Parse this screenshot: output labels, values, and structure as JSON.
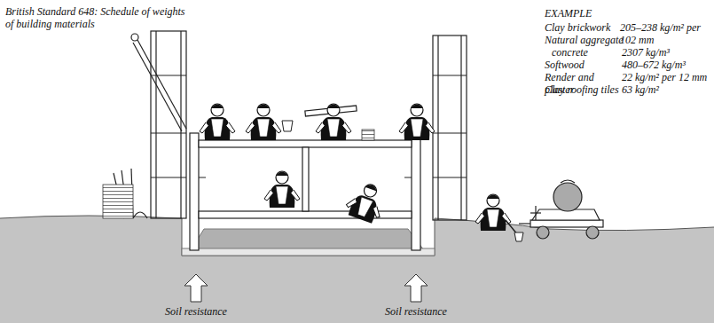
{
  "diagram": {
    "labels": [
      "British Standard 648: Schedule of weights of building materials",
      "EXAMPLE",
      "Clay brickwork",
      "205–238 kg/m² per 102 mm",
      "Natural aggregate concrete",
      "2307 kg/m³",
      "Softwood",
      "480–672 kg/m³",
      "Render and plaster",
      "22 kg/m² per 12 mm",
      "Clay roofing tiles",
      "63 kg/m²",
      "Soil resistance",
      "Soil resistance"
    ]
  }
}
